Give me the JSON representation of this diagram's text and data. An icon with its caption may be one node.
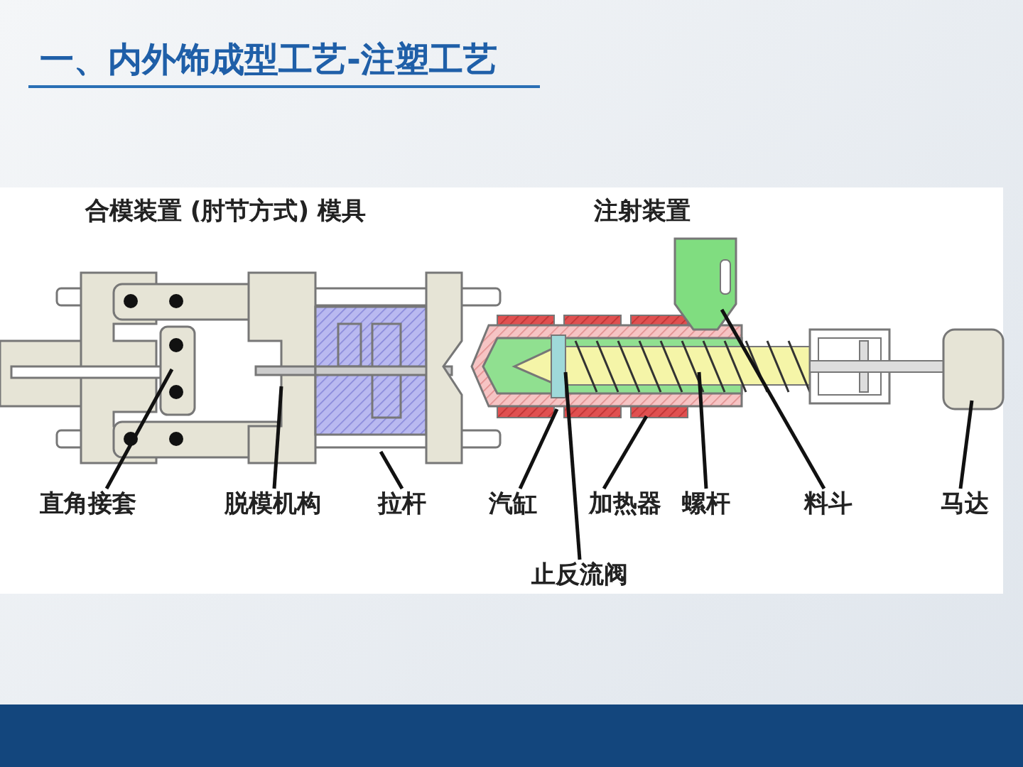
{
  "diagram": {
    "title": "一、内外饰成型工艺-注塑工艺",
    "nodes": [
      {
        "text": [
          "直角接套"
        ]
      },
      {
        "text": [
          "脱模机构"
        ]
      },
      {
        "text": [
          "拉杆"
        ]
      },
      {
        "text": [
          "汽缸"
        ]
      },
      {
        "text": [
          "止反流阀"
        ]
      },
      {
        "text": [
          "加热器"
        ]
      },
      {
        "text": [
          "螺杆"
        ]
      },
      {
        "text": [
          "料斗"
        ]
      },
      {
        "text": [
          "马达"
        ]
      }
    ],
    "edges": [
      {
        "from": 0,
        "to": null,
        "arrow": "none"
      },
      {
        "from": 1,
        "to": null,
        "arrow": "none"
      },
      {
        "from": 2,
        "to": null,
        "arrow": "none"
      },
      {
        "from": 3,
        "to": null,
        "arrow": "none"
      },
      {
        "from": 4,
        "to": null,
        "arrow": "none"
      },
      {
        "from": 5,
        "to": null,
        "arrow": "none"
      },
      {
        "from": 6,
        "to": null,
        "arrow": "none"
      },
      {
        "from": 7,
        "to": null,
        "arrow": "none"
      },
      {
        "from": 8,
        "to": null,
        "arrow": "none"
      }
    ],
    "labels": [
      "合模装置 (肘节方式) 模具",
      "注射装置"
    ]
  }
}
